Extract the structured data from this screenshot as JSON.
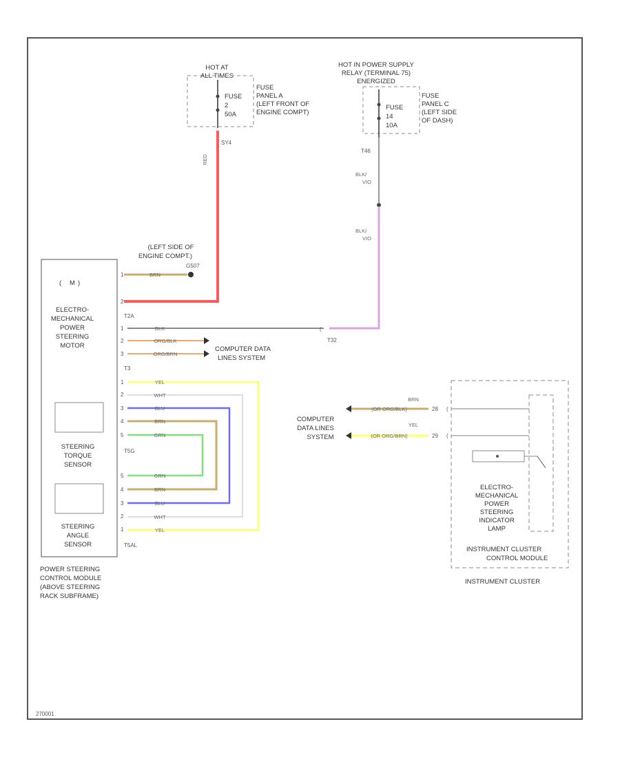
{
  "diagram": {
    "corner_code": "270001",
    "fuse_left": {
      "hot_label": [
        "HOT AT",
        "ALL TIMES"
      ],
      "fuse_label": [
        "FUSE",
        "2",
        "50A"
      ],
      "panel_label": [
        "FUSE",
        "PANEL A",
        "(LEFT FRONT OF",
        "ENGINE COMPT)"
      ],
      "connector": "SY4"
    },
    "fuse_right": {
      "hot_label": [
        "HOT IN POWER SUPPLY",
        "RELAY (TERMINAL 75)",
        "ENERGIZED"
      ],
      "fuse_label": [
        "FUSE",
        "14",
        "10A"
      ],
      "panel_label": [
        "FUSE",
        "PANEL C",
        "(LEFT SIDE",
        "OF DASH)"
      ],
      "connector": "T46"
    },
    "wires": {
      "red": "RED",
      "blk_upper": [
        "BLK/",
        "VIO"
      ],
      "blk_lower": [
        "BLK/",
        "VIO"
      ],
      "brn": "BRN",
      "blk": "BLK",
      "org_blk": "ORG/BLK",
      "org_brn": "ORG/BRN",
      "yel": "YEL",
      "wht": "WHT",
      "blu": "BLU",
      "grn": "GRN"
    },
    "ground_label": [
      "(LEFT SIDE OF",
      "ENGINE COMPT.)"
    ],
    "ground_id": "G507",
    "psm": {
      "motor_label": [
        "ELECTRO-",
        "MECHANICAL",
        "POWER",
        "STEERING",
        "MOTOR"
      ],
      "torque_label": [
        "STEERING",
        "TORQUE",
        "SENSOR"
      ],
      "angle_label": [
        "STEERING",
        "ANGLE",
        "SENSOR"
      ],
      "module_label": [
        "POWER STEERING",
        "CONTROL MODULE",
        "(ABOVE STEERING",
        "RACK SUBFRAME)"
      ],
      "motor_symbol": "M",
      "conn_t2a": "T2A",
      "conn_t3": "T3",
      "conn_t5g": "T5G",
      "conn_t5al": "T5AL",
      "conn_t32": "T32"
    },
    "pins": {
      "t2a": [
        "1",
        "2"
      ],
      "t3": [
        "1",
        "2",
        "3"
      ],
      "t5g": [
        "1",
        "2",
        "3",
        "4",
        "5"
      ],
      "t5al": [
        "5",
        "4",
        "3",
        "2",
        "1"
      ]
    },
    "data_lines_right": [
      "COMPUTER DATA",
      "LINES SYSTEM"
    ],
    "data_lines_left": [
      "COMPUTER",
      "DATA LINES",
      "SYSTEM"
    ],
    "cluster": {
      "wire1_top": "BRN",
      "wire1_bottom": "(OR ORG/BLK)",
      "wire1_pin": "28",
      "wire2_top": "YEL",
      "wire2_bottom": "(OR ORG/BRN)",
      "wire2_pin": "29",
      "lamp_label": [
        "ELECTRO-",
        "MECHANICAL",
        "POWER",
        "STEERING",
        "INDICATOR",
        "LAMP"
      ],
      "inner_label": [
        "INSTRUMENT CLUSTER",
        "CONTROL MODULE"
      ],
      "outer_label": "INSTRUMENT CLUSTER"
    },
    "colors": {
      "red": "#ff5a5a",
      "violet": "#d9a3e0",
      "yellow": "#ffff66",
      "blue": "#6a6aff",
      "brown": "#c9ad6a",
      "green": "#7fe07f",
      "white": "#dddddd",
      "orange": "#f4a766",
      "black": "#888888"
    }
  }
}
